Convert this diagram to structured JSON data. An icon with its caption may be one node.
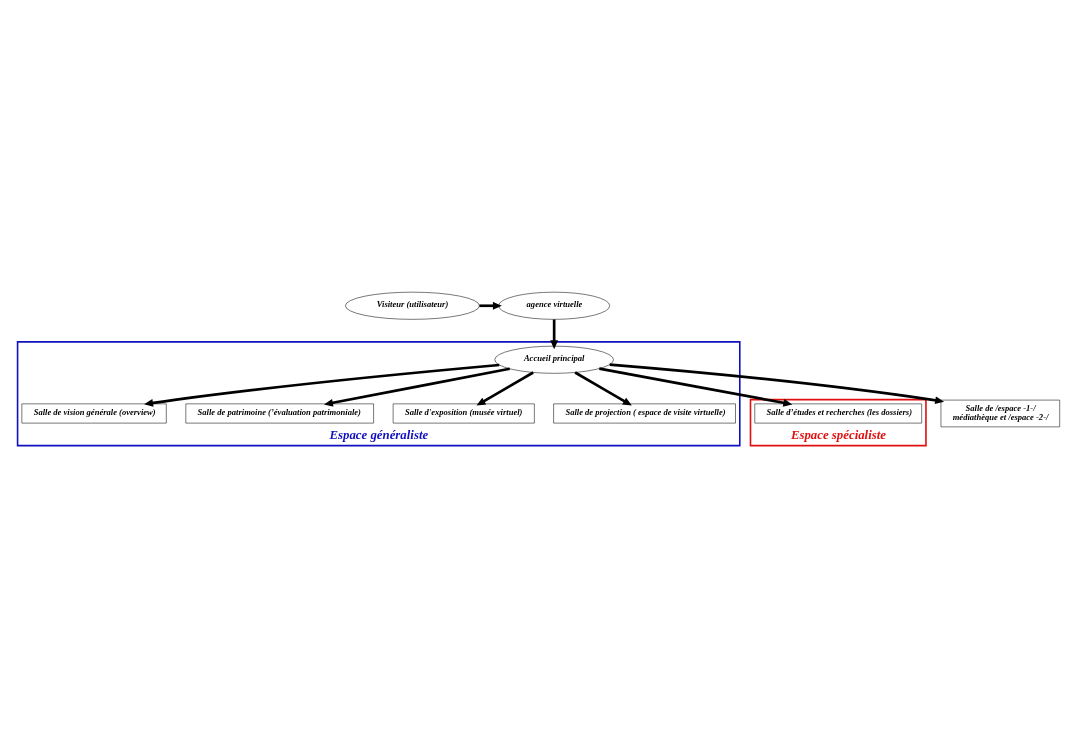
{
  "diagram": {
    "nodes": [
      {
        "text": [
          "Visiteur (utilisateur)"
        ]
      },
      {
        "text": [
          "agence virtuelle"
        ]
      },
      {
        "text": [
          "Espace généraliste"
        ]
      },
      {
        "text": [
          "Salle de vision générale (overview)"
        ],
        "in": 2
      },
      {
        "text": [
          "Salle de patrimoine (’évaluation patrimoniale)"
        ],
        "in": 2
      },
      {
        "text": [
          "Salle d'exposition (musée virtuel)"
        ],
        "in": 2
      },
      {
        "text": [
          "Accueil principal"
        ],
        "in": 2
      },
      {
        "text": [
          "Espace spécialiste"
        ]
      },
      {
        "text": [
          "Salle d’études et recherches (les dossiers)"
        ],
        "in": 7
      },
      {
        "text": [
          "Salle de projection ( espace de visite virtuelle)"
        ],
        "in": 2
      },
      {
        "text": [
          "Salle de /espace -1-/",
          "médiathèque et /espace -2-/"
        ]
      }
    ],
    "edges": [
      {
        "from": 0,
        "to": 1,
        "arrow": "to"
      },
      {
        "from": 1,
        "to": 6,
        "arrow": "to"
      },
      {
        "from": 6,
        "to": 3,
        "arrow": "to"
      },
      {
        "from": 6,
        "to": 4,
        "arrow": "to"
      },
      {
        "from": 6,
        "to": 5,
        "arrow": "to"
      },
      {
        "from": 6,
        "to": 8,
        "arrow": "to"
      },
      {
        "from": 6,
        "to": 9,
        "arrow": "to"
      },
      {
        "from": 6,
        "to": 10,
        "arrow": "to"
      }
    ]
  }
}
